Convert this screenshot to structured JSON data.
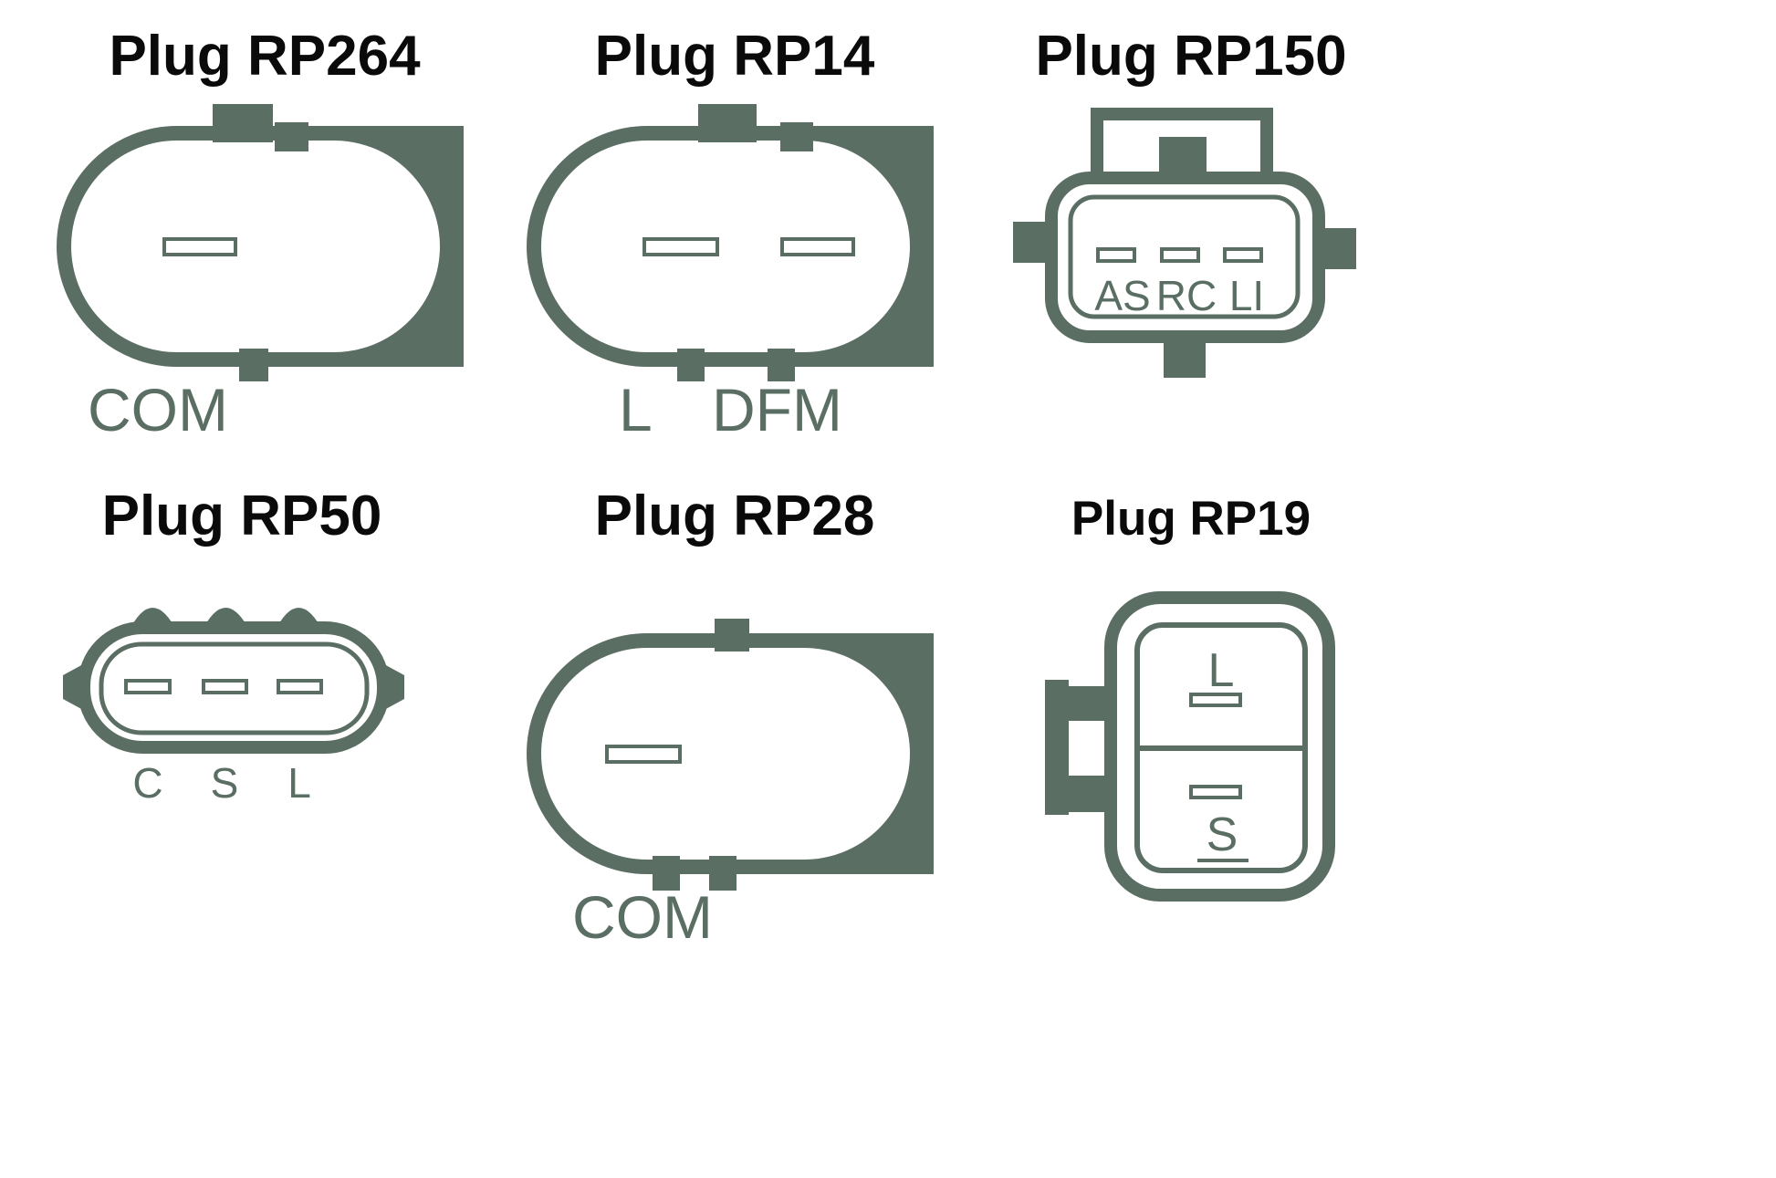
{
  "colors": {
    "connector_green": "#5a6e63",
    "title_text": "#0a0a0a",
    "background": "#ffffff"
  },
  "plugs": {
    "rp264": {
      "title": "Plug RP264",
      "labels": {
        "com": "COM"
      }
    },
    "rp14": {
      "title": "Plug RP14",
      "labels": {
        "l": "L",
        "dfm": "DFM"
      }
    },
    "rp150": {
      "title": "Plug RP150",
      "labels": {
        "as": "AS",
        "rc": "RC",
        "li": "LI"
      }
    },
    "rp50": {
      "title": "Plug RP50",
      "labels": {
        "c": "C",
        "s": "S",
        "l": "L"
      }
    },
    "rp28": {
      "title": "Plug RP28",
      "labels": {
        "com": "COM"
      }
    },
    "rp19": {
      "title": "Plug RP19",
      "labels": {
        "l": "L",
        "s": "S"
      }
    }
  }
}
